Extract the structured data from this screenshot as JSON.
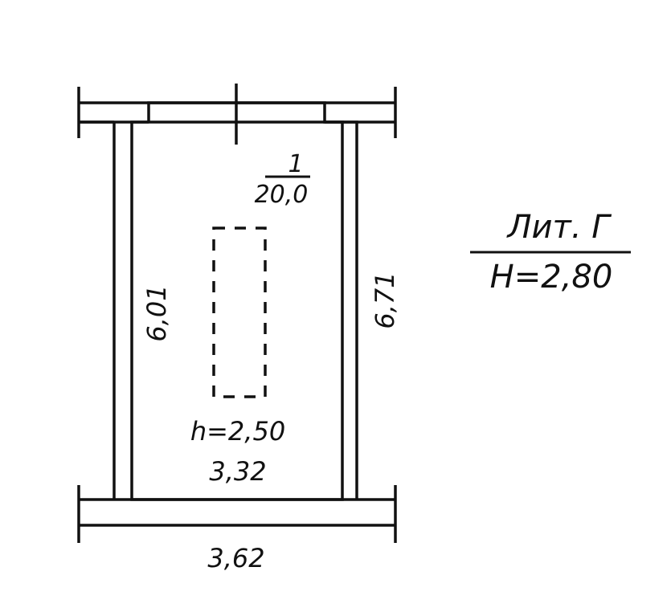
{
  "building": {
    "liter": "Лит. Г",
    "height": "Н=2,80"
  },
  "room": {
    "number": "1",
    "area": "20,0",
    "inner_height": "h=2,50"
  },
  "dimensions": {
    "left_length": "6,01",
    "right_length": "6,71",
    "inner_width": "3,32",
    "outer_width": "3,62"
  },
  "colors": {
    "ink": "#111111",
    "paper": "#ffffff"
  }
}
